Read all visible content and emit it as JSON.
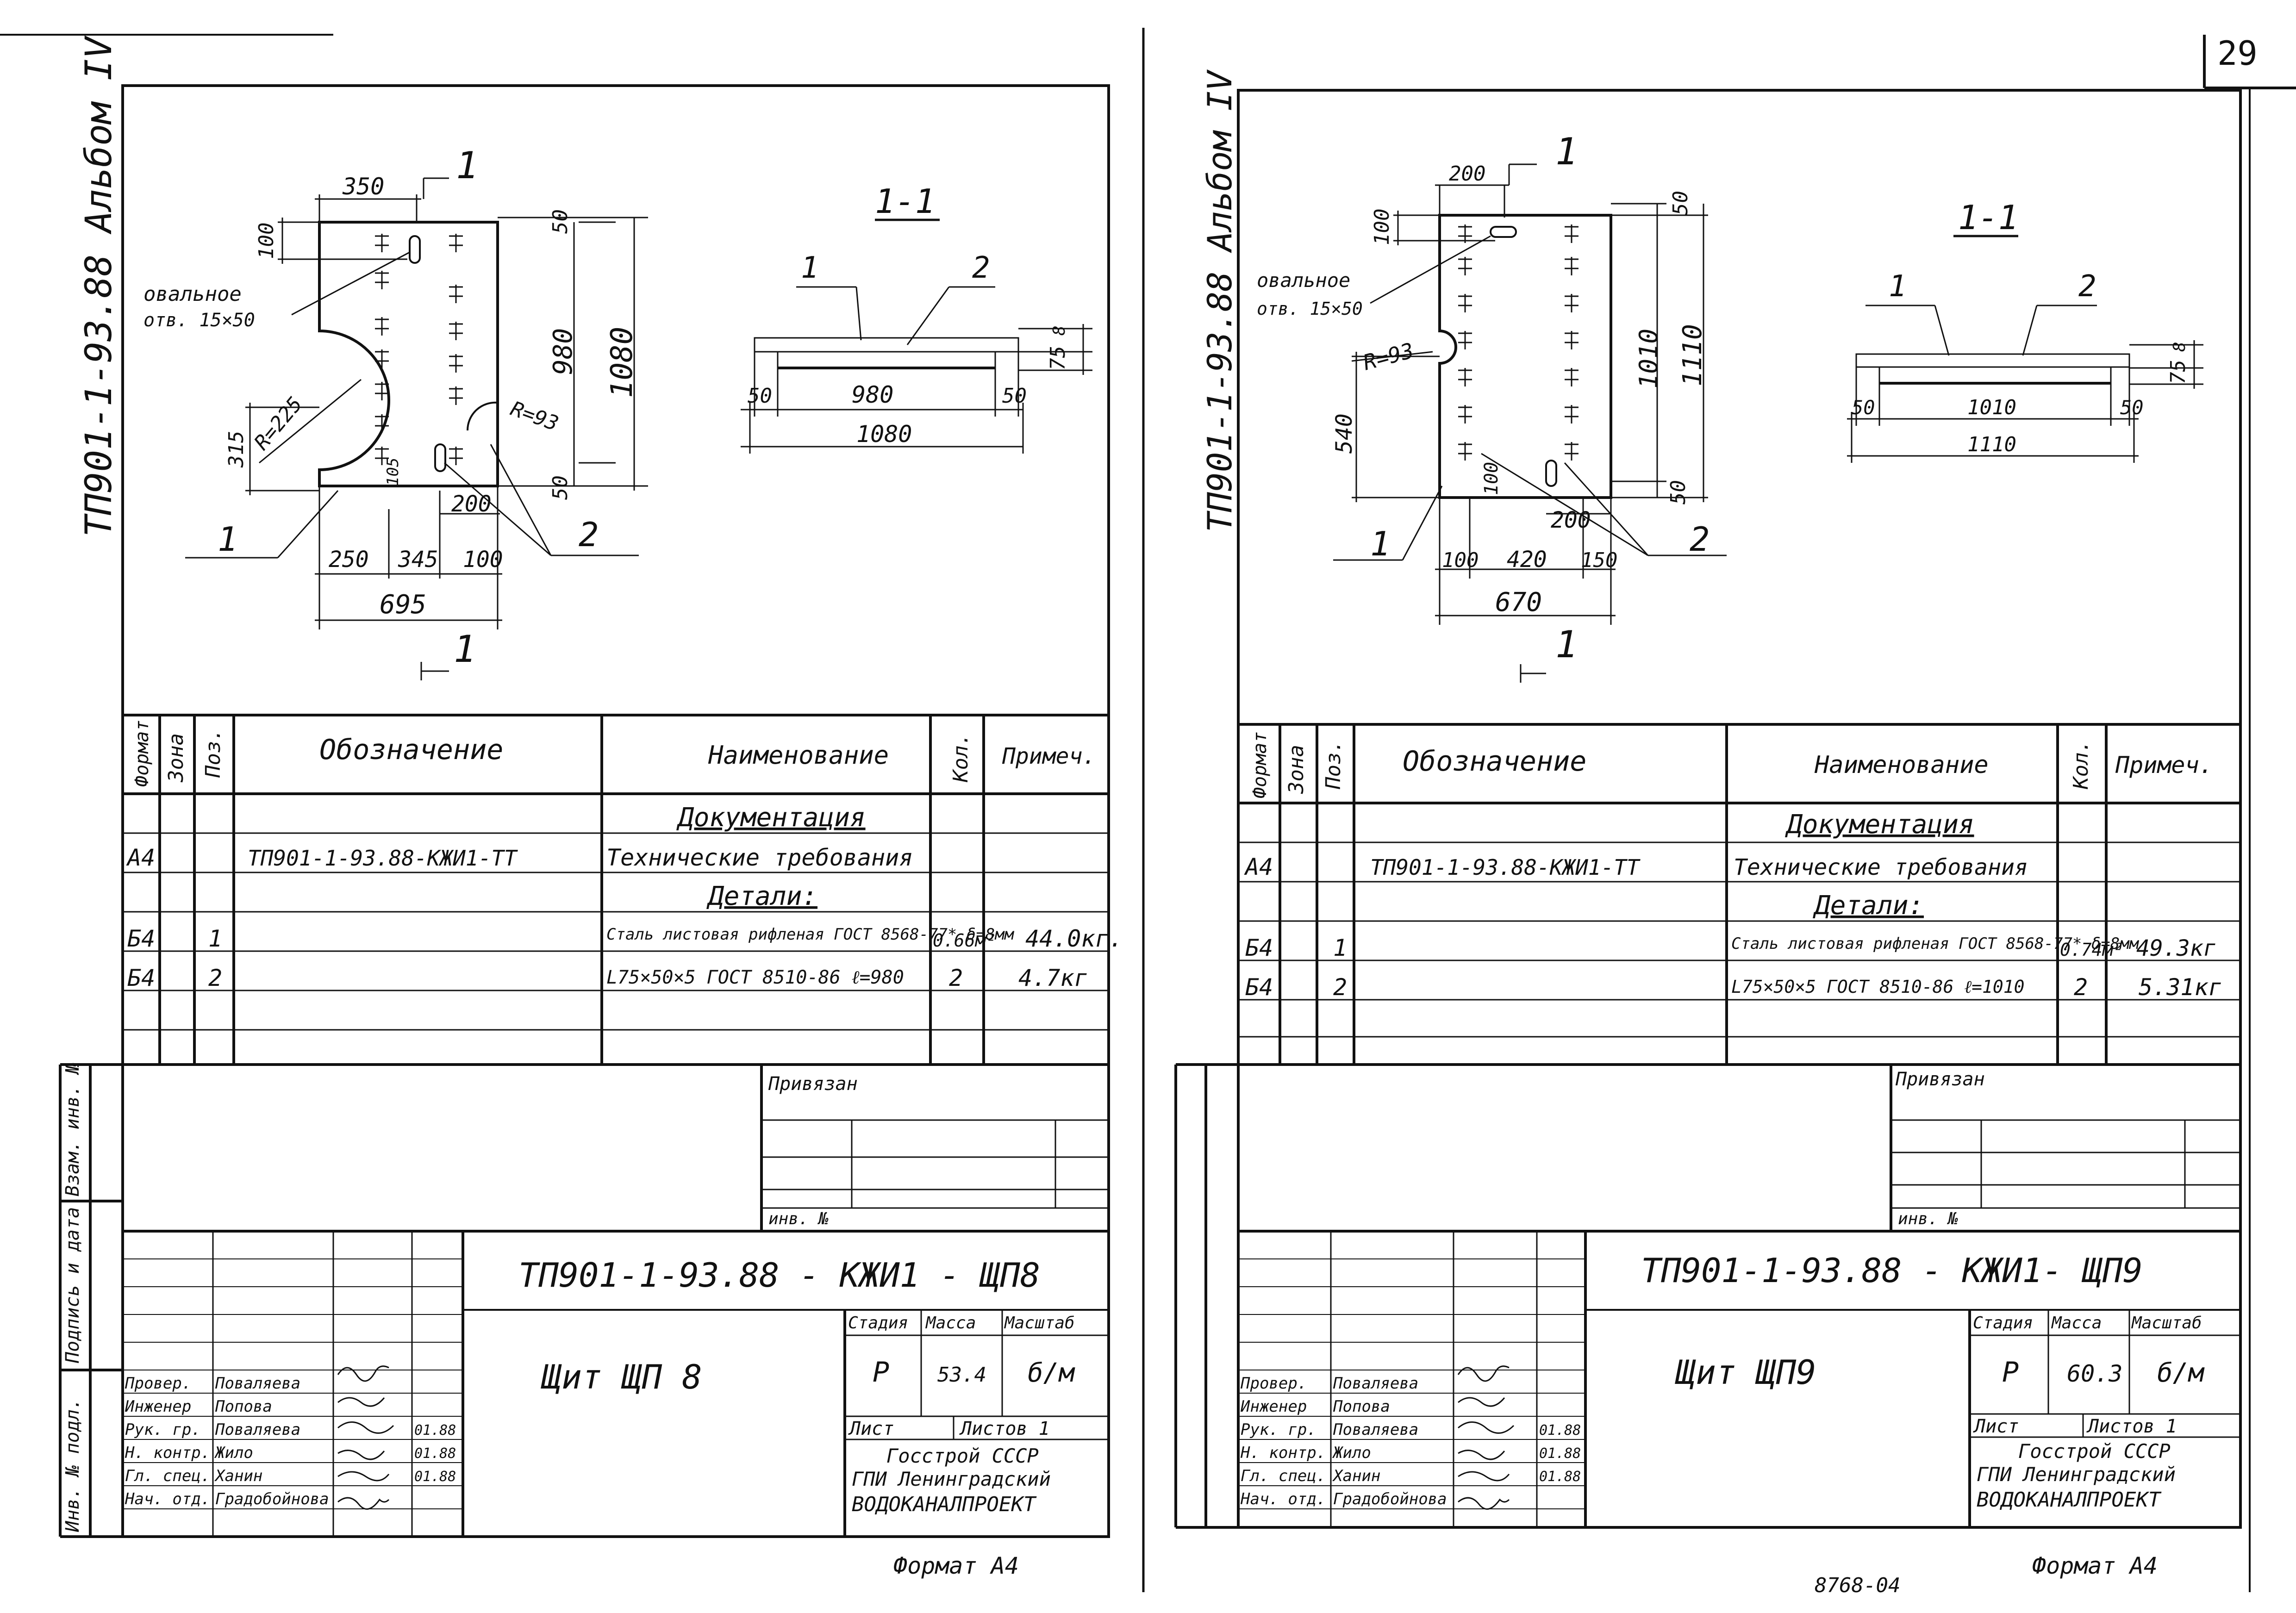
{
  "page_number": "29",
  "left": {
    "album": "ТП901-1-93.88  Альбом IV",
    "drawing": {
      "section_mark": "1",
      "section_title": "1-1",
      "hole_note_1": "овальное",
      "hole_note_2": "отв. 15×50",
      "dims": {
        "top_w": "350",
        "top_gap": "100",
        "top_right": "50",
        "inner_h": "980",
        "outer_h": "1080",
        "left_h": "315",
        "r_big": "R=225",
        "r_small": "R=93",
        "bottom_gap": "50",
        "small_gap": "105",
        "slot_w": "200",
        "b1": "250",
        "b2": "345",
        "b3": "100",
        "total_w": "695"
      },
      "section": {
        "pos1": "1",
        "pos2": "2",
        "in_w": "980",
        "out_w": "1080",
        "end_l": "50",
        "end_r": "50",
        "t1": "8",
        "t2": "75"
      },
      "pos1": "1",
      "pos2": "2"
    },
    "spec": {
      "headers": {
        "format": "Формат",
        "zone": "Зона",
        "pos": "Поз.",
        "designation": "Обозначение",
        "name": "Наименование",
        "qty": "Кол.",
        "note": "Примеч."
      },
      "section_doc": "Документация",
      "section_det": "Детали:",
      "rows": [
        {
          "format": "А4",
          "pos": "",
          "designation": "ТП901-1-93.88-КЖИ1-ТТ",
          "name": "Технические требования",
          "qty": "",
          "note": ""
        },
        {
          "format": "Б4",
          "pos": "1",
          "designation": "",
          "name": "Сталь листовая рифленая ГОСТ 8568-77*  δ=8мм",
          "qty": "0.66м²",
          "note": "44.0кг."
        },
        {
          "format": "Б4",
          "pos": "2",
          "designation": "",
          "name": "L75×50×5 ГОСТ 8510-86  ℓ=980",
          "qty": "2",
          "note": "4.7кг"
        }
      ]
    },
    "side": {
      "c1": "Взам. инв. №",
      "c2": "Подпись и дата",
      "c3": "Инв. № подл."
    },
    "stamp": {
      "privyazan": "Привязан",
      "inv": "инв. №",
      "code": "ТП901-1-93.88 - КЖИ1 - ЩП8",
      "title": "Щит  ЩП 8",
      "stage_h": "Стадия",
      "mass_h": "Масса",
      "scale_h": "Масштаб",
      "stage": "Р",
      "mass": "53.4",
      "scale": "б/м",
      "sheet": "Лист",
      "sheets": "Листов 1",
      "org1": "Госстрой СССР",
      "org2": "ГПИ Ленинградский",
      "org3": "ВОДОКАНАЛПРОЕКТ",
      "roles": [
        "Провер.",
        "Инженер",
        "Рук. гр.",
        "Н. контр.",
        "Гл. спец.",
        "Нач. отд."
      ],
      "names": [
        "Поваляева",
        "Попова",
        "Поваляева",
        "Жило",
        "Ханин",
        "Градобойнова"
      ],
      "dates": [
        "",
        "",
        "01.88",
        "01.88",
        "01.88",
        ""
      ]
    },
    "format": "Формат А4"
  },
  "right": {
    "album": "ТП901-1-93.88  Альбом IV",
    "drawing": {
      "section_mark": "1",
      "section_title": "1-1",
      "hole_note_1": "овальное",
      "hole_note_2": "отв. 15×50",
      "dims": {
        "top_w": "200",
        "top_gap": "100",
        "top_right": "50",
        "inner_h": "1010",
        "outer_h": "1110",
        "left_h": "540",
        "r_small": "R=93",
        "bottom_gap": "50",
        "small_gap": "100",
        "slot_w": "200",
        "b1": "100",
        "b2": "420",
        "b3": "150",
        "total_w": "670"
      },
      "section": {
        "pos1": "1",
        "pos2": "2",
        "in_w": "1010",
        "out_w": "1110",
        "end_l": "50",
        "end_r": "50",
        "t1": "8",
        "t2": "75"
      },
      "pos1": "1",
      "pos2": "2"
    },
    "spec": {
      "headers": {
        "format": "Формат",
        "zone": "Зона",
        "pos": "Поз.",
        "designation": "Обозначение",
        "name": "Наименование",
        "qty": "Кол.",
        "note": "Примеч."
      },
      "section_doc": "Документация",
      "section_det": "Детали:",
      "rows": [
        {
          "format": "А4",
          "pos": "",
          "designation": "ТП901-1-93.88-КЖИ1-ТТ",
          "name": "Технические требования",
          "qty": "",
          "note": ""
        },
        {
          "format": "Б4",
          "pos": "1",
          "designation": "",
          "name": "Сталь листовая рифленая ГОСТ 8568-77*  δ=8мм",
          "qty": "0.74м²",
          "note": "49.3кг"
        },
        {
          "format": "Б4",
          "pos": "2",
          "designation": "",
          "name": "L75×50×5 ГОСТ 8510-86  ℓ=1010",
          "qty": "2",
          "note": "5.31кг"
        }
      ]
    },
    "stamp": {
      "privyazan": "Привязан",
      "inv": "инв. №",
      "code": "ТП901-1-93.88 - КЖИ1- ЩП9",
      "title": "Щит  ЩП9",
      "stage_h": "Стадия",
      "mass_h": "Масса",
      "scale_h": "Масштаб",
      "stage": "Р",
      "mass": "60.3",
      "scale": "б/м",
      "sheet": "Лист",
      "sheets": "Листов 1",
      "org1": "Госстрой СССР",
      "org2": "ГПИ Ленинградский",
      "org3": "ВОДОКАНАЛПРОЕКТ",
      "roles": [
        "Провер.",
        "Инженер",
        "Рук. гр.",
        "Н. контр.",
        "Гл. спец.",
        "Нач. отд."
      ],
      "names": [
        "Поваляева",
        "Попова",
        "Поваляева",
        "Жило",
        "Ханин",
        "Градобойнова"
      ],
      "dates": [
        "",
        "",
        "01.88",
        "01.88",
        "01.88",
        ""
      ]
    },
    "format": "Формат А4"
  },
  "footer_fragment": "8768-04"
}
